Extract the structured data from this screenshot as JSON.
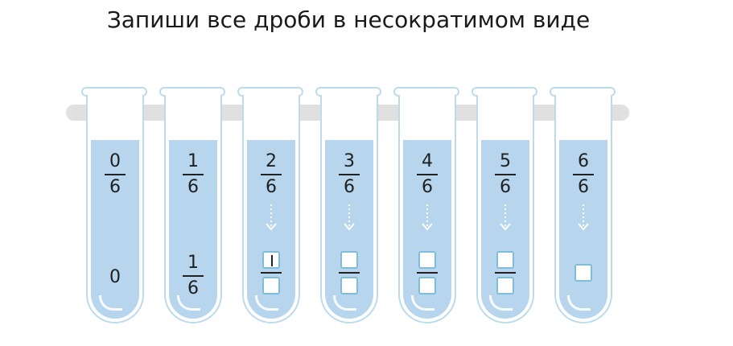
{
  "title": "Запиши все дроби в несократимом виде",
  "tubes": [
    {
      "top_num": "0",
      "top_den": "6",
      "result": "0"
    },
    {
      "top_num": "1",
      "top_den": "6",
      "res_num": "1",
      "res_den": "6"
    },
    {
      "top_num": "2",
      "top_den": "6"
    },
    {
      "top_num": "3",
      "top_den": "6"
    },
    {
      "top_num": "4",
      "top_den": "6"
    },
    {
      "top_num": "5",
      "top_den": "6"
    },
    {
      "top_num": "6",
      "top_den": "6"
    }
  ],
  "icons": {
    "arrow": "dotted-down-arrow-icon",
    "caret": "text-cursor-icon"
  },
  "colors": {
    "liquid": "#b7d6ee",
    "glass": "#bcdcec",
    "input_border": "#7fbcd8",
    "rack": "#e0e0e0"
  }
}
